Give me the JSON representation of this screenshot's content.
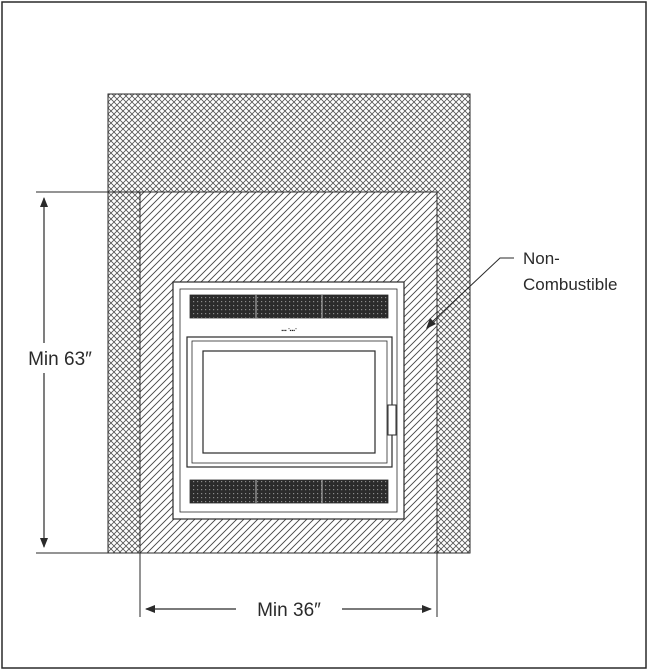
{
  "labels": {
    "height_dimension": "Min 63″",
    "width_dimension": "Min 36″",
    "callout_line1": "Non-",
    "callout_line2": "Combustible"
  },
  "insert": {
    "logo": "▪▪▪ “▪▪▪”"
  },
  "colors": {
    "line": "#2a2a2a",
    "grille": "#2b2b2b",
    "background": "#ffffff"
  }
}
